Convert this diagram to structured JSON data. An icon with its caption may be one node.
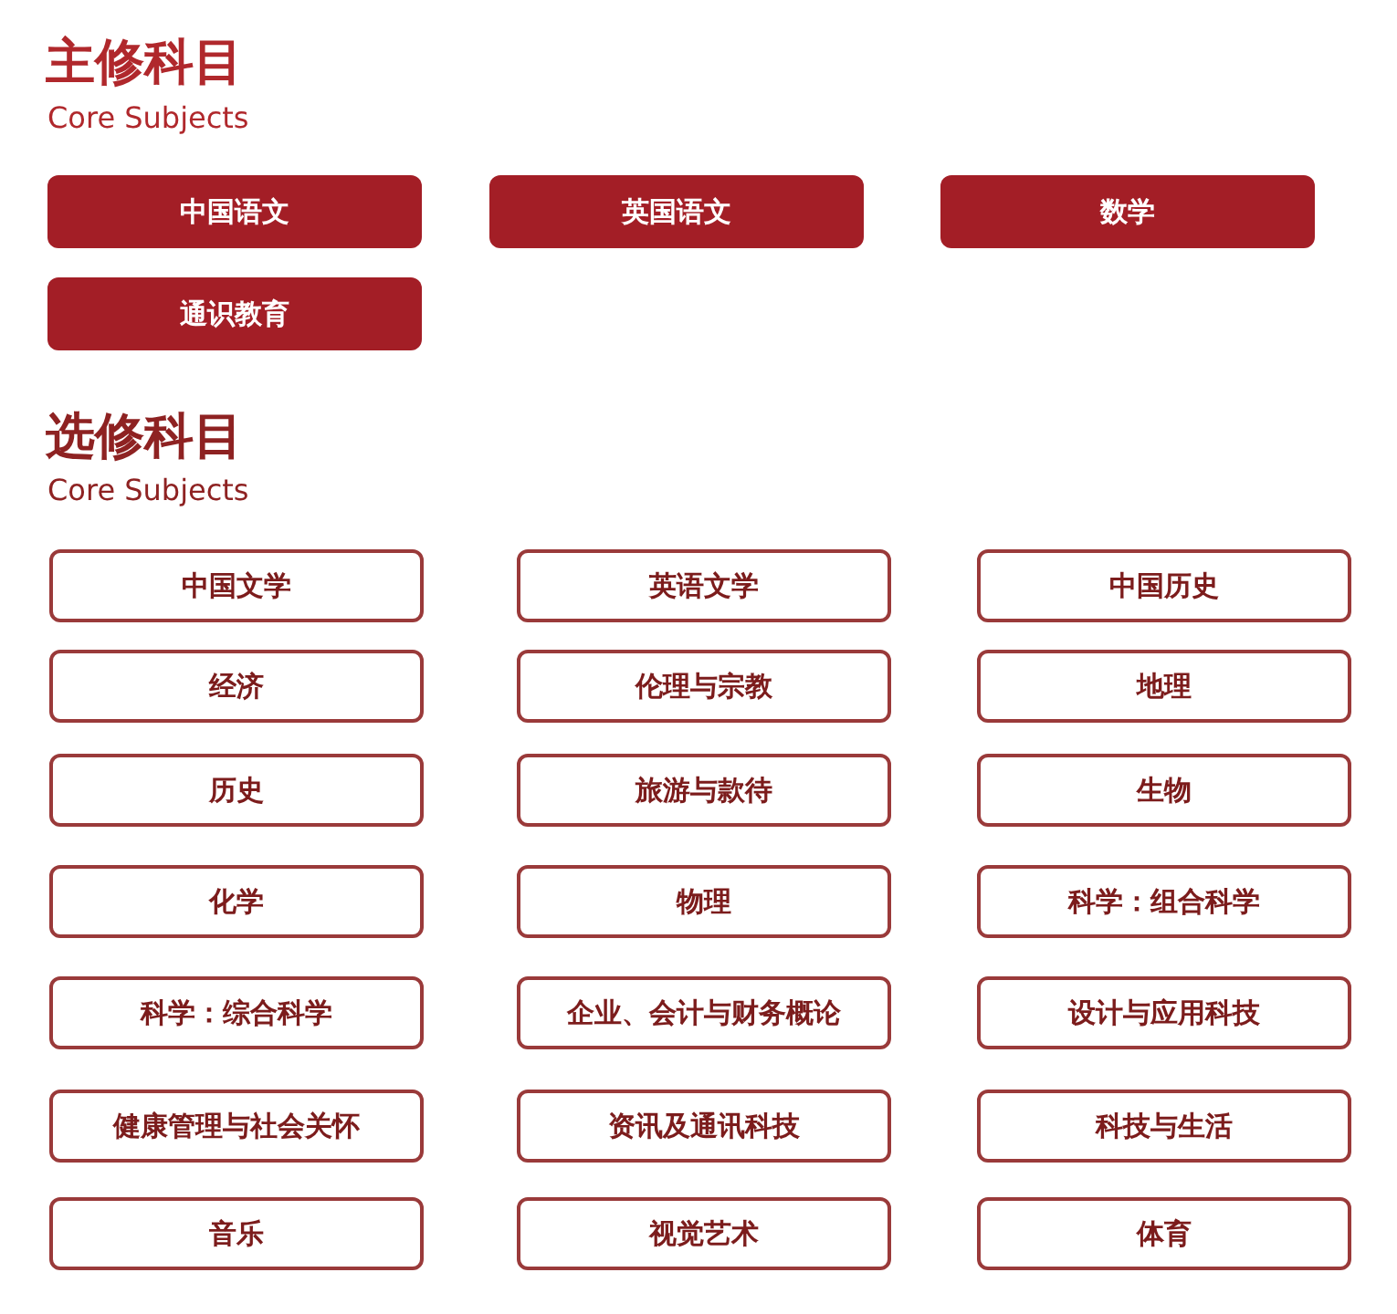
{
  "diagram": {
    "nodes": [
      {
        "text": [
          "中国语文"
        ]
      },
      {
        "text": [
          "英国语文"
        ]
      },
      {
        "text": [
          "数学"
        ]
      },
      {
        "text": [
          "通识教育"
        ]
      },
      {
        "text": [
          "中国文学"
        ]
      },
      {
        "text": [
          "英语文学"
        ]
      },
      {
        "text": [
          "中国历史"
        ]
      },
      {
        "text": [
          "经济"
        ]
      },
      {
        "text": [
          "伦理与宗教"
        ]
      },
      {
        "text": [
          "地理"
        ]
      },
      {
        "text": [
          "历史"
        ]
      },
      {
        "text": [
          "旅游与款待"
        ]
      },
      {
        "text": [
          "生物"
        ]
      },
      {
        "text": [
          "化学"
        ]
      },
      {
        "text": [
          "物理"
        ]
      },
      {
        "text": [
          "科学：组合科学"
        ]
      },
      {
        "text": [
          "科学：综合科学"
        ]
      },
      {
        "text": [
          "企业、会计与财务概论"
        ]
      },
      {
        "text": [
          "设计与应用科技"
        ]
      },
      {
        "text": [
          "健康管理与社会关怀"
        ]
      },
      {
        "text": [
          "资讯及通讯科技"
        ]
      },
      {
        "text": [
          "科技与生活"
        ]
      },
      {
        "text": [
          "音乐"
        ]
      },
      {
        "text": [
          "视觉艺术"
        ]
      },
      {
        "text": [
          "体育"
        ]
      }
    ],
    "labels": [
      "主修科目",
      "Core Subjects",
      "选修科目",
      "Core Subjects"
    ]
  }
}
